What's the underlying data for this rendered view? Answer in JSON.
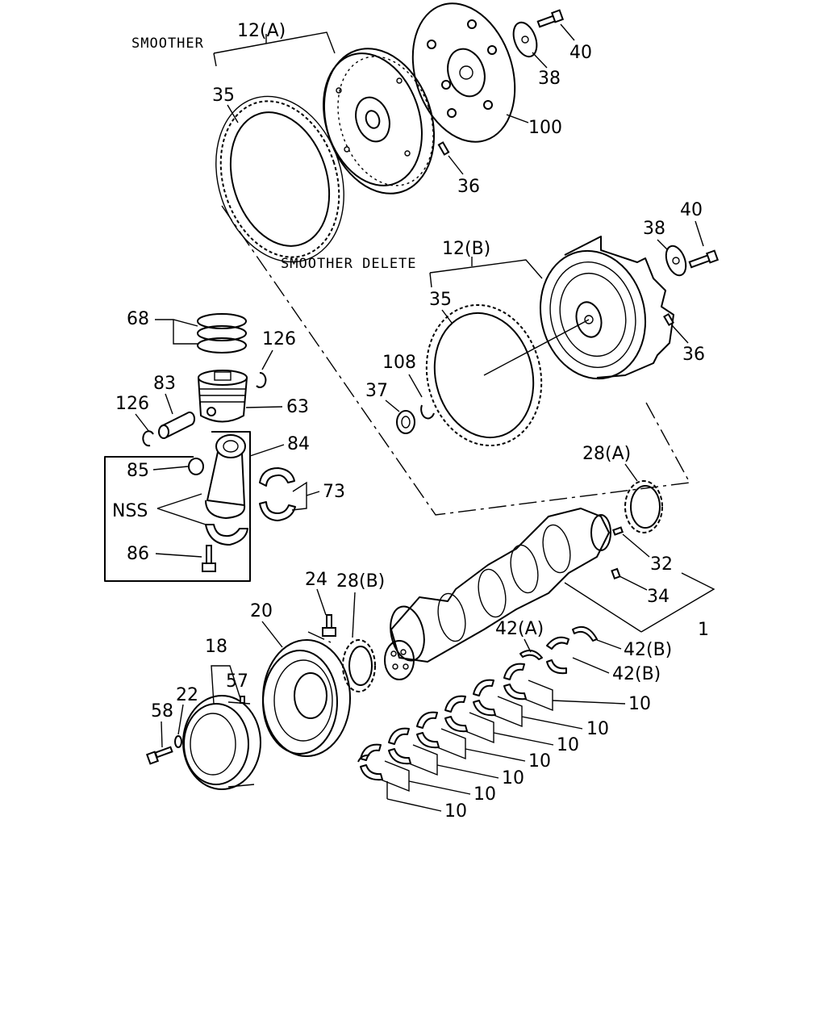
{
  "captions": {
    "smoother": "SMOOTHER",
    "smoother_delete": "SMOOTHER DELETE"
  },
  "callouts": {
    "flywheel_smoother": "12(A)",
    "flywheel_smoother_delete": "12(B)",
    "ring_gear_top": "35",
    "ring_gear_lower": "35",
    "flex_plate": "100",
    "bolt_top": "40",
    "bolt_lower": "40",
    "plate_top": "38",
    "plate_lower": "38",
    "pin_top": "36",
    "pin_lower": "36",
    "bearing": "37",
    "snap_ring": "108",
    "piston_rings": "68",
    "piston_clip_right": "126",
    "piston_clip_left": "126",
    "piston_pin": "83",
    "piston": "63",
    "con_rod_assembly": "84",
    "bushing": "85",
    "con_rod_bearing": "73",
    "nss": "NSS",
    "con_rod_bolt": "86",
    "gear_28a": "28(A)",
    "gear_28b": "28(B)",
    "pin_32": "32",
    "pin_34": "34",
    "crankshaft": "1",
    "bolt_24": "24",
    "pulley": "20",
    "damper": "18",
    "key_57": "57",
    "washer_22": "22",
    "bolt_58": "58",
    "thrust_42a": "42(A)",
    "thrust_42b_1": "42(B)",
    "thrust_42b_2": "42(B)",
    "main_bearing_1": "10",
    "main_bearing_2": "10",
    "main_bearing_3": "10",
    "main_bearing_4": "10",
    "main_bearing_5": "10",
    "main_bearing_6": "10",
    "main_bearing_7": "10"
  }
}
